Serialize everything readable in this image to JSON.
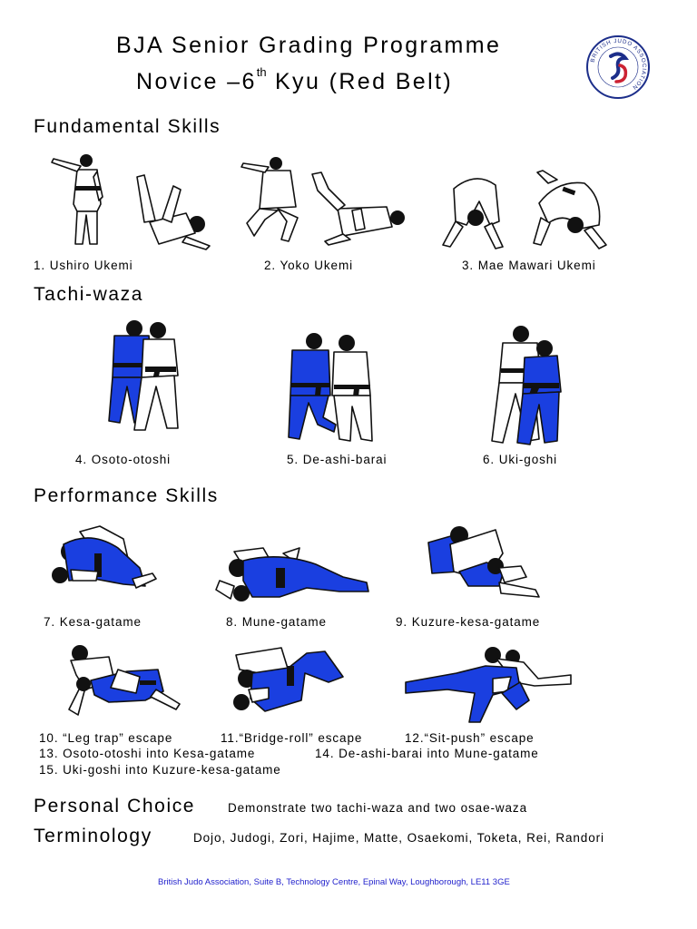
{
  "header": {
    "title_line1": "BJA Senior Grading Programme",
    "title_line2_before": "Novice –6",
    "title_line2_sup": "th",
    "title_line2_after": " Kyu (Red Belt)",
    "logo_text": "BRITISH JUDO ASSOCIATION"
  },
  "sections": {
    "fundamental": {
      "heading": "Fundamental Skills",
      "items": [
        "1. Ushiro Ukemi",
        "2. Yoko Ukemi",
        "3. Mae Mawari Ukemi"
      ]
    },
    "tachi": {
      "heading": "Tachi-waza",
      "items": [
        "4. Osoto-otoshi",
        "5. De-ashi-barai",
        "6. Uki-goshi"
      ]
    },
    "performance": {
      "heading": "Performance Skills",
      "row1": [
        "7. Kesa-gatame",
        "8. Mune-gatame",
        "9. Kuzure-kesa-gatame"
      ],
      "escapes": [
        "10. “Leg trap” escape",
        "11.“Bridge-roll” escape",
        "12.“Sit-push” escape"
      ],
      "combos": [
        "13. Osoto-otoshi into Kesa-gatame",
        "14. De-ashi-barai into Mune-gatame",
        "15. Uki-goshi into Kuzure-kesa-gatame"
      ]
    },
    "personal_choice": {
      "heading": "Personal Choice",
      "text": "Demonstrate two tachi-waza and two osae-waza"
    },
    "terminology": {
      "heading": "Terminology",
      "text": "Dojo, Judogi, Zori, Hajime, Matte, Osaekomi, Toketa, Rei, Randori"
    }
  },
  "footer": {
    "address": "British Judo Association, Suite B, Technology Centre, Epinal Way, Loughborough, LE11 3GE"
  },
  "colors": {
    "blue_judogi": "#1a3fe0",
    "footer_text": "#2222cc",
    "logo_ring": "#1c2e8a",
    "logo_accent": "#cc2233"
  },
  "icons": [
    "judo-figure-illustration",
    "bja-logo"
  ]
}
